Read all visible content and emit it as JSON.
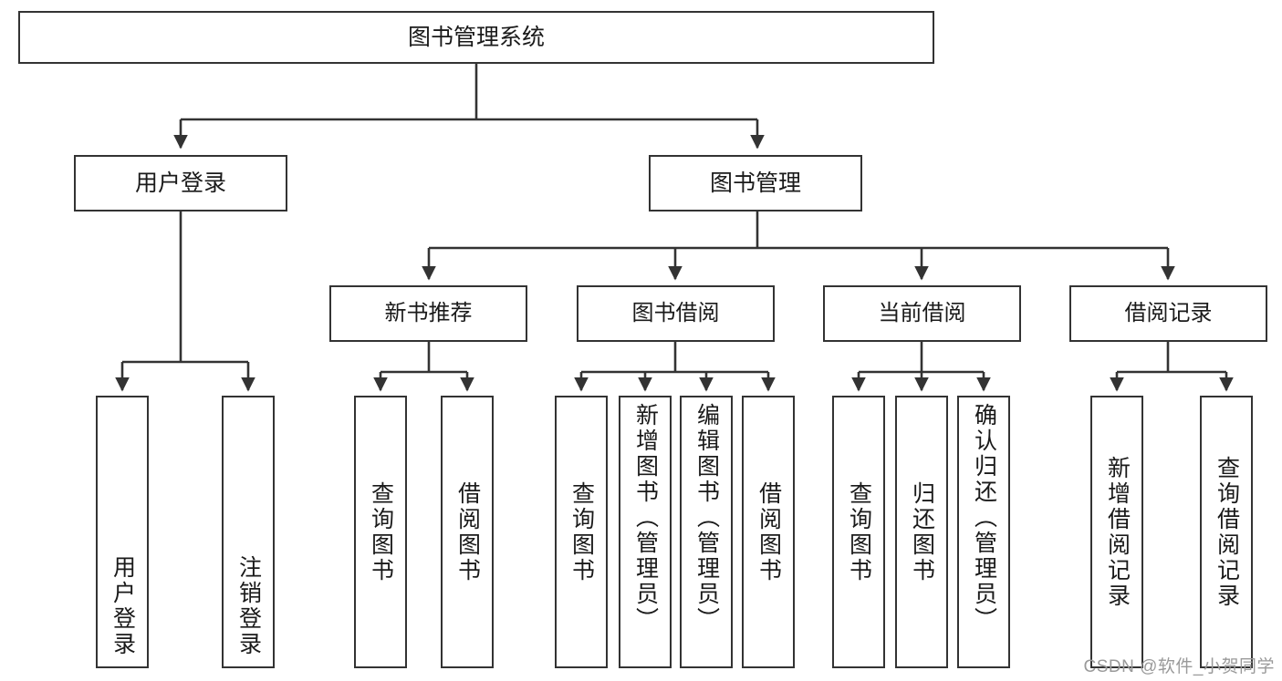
{
  "diagram": {
    "title": "图书管理系统",
    "type": "tree-hierarchy-diagram",
    "root": {
      "id": "root",
      "label": "图书管理系统"
    },
    "level2": [
      {
        "id": "user-login",
        "label": "用户登录"
      },
      {
        "id": "book-manage",
        "label": "图书管理"
      }
    ],
    "level3": [
      {
        "id": "new-book-recommend",
        "label": "新书推荐"
      },
      {
        "id": "book-borrow",
        "label": "图书借阅"
      },
      {
        "id": "current-borrow",
        "label": "当前借阅"
      },
      {
        "id": "borrow-record",
        "label": "借阅记录"
      }
    ],
    "leaves": [
      {
        "id": "leaf-user-login",
        "label": "用户登录"
      },
      {
        "id": "leaf-logout-login",
        "label": "注销登录"
      },
      {
        "id": "leaf-query-book-1",
        "label": "查询图书"
      },
      {
        "id": "leaf-borrow-book-1",
        "label": "借阅图书"
      },
      {
        "id": "leaf-query-book-2",
        "label": "查询图书"
      },
      {
        "id": "leaf-add-book-admin",
        "label": "新增图书（管理员）"
      },
      {
        "id": "leaf-edit-book-admin",
        "label": "编辑图书（管理员）"
      },
      {
        "id": "leaf-borrow-book-2",
        "label": "借阅图书"
      },
      {
        "id": "leaf-query-book-3",
        "label": "查询图书"
      },
      {
        "id": "leaf-return-book",
        "label": "归还图书"
      },
      {
        "id": "leaf-confirm-return-admin",
        "label": "确认归还（管理员）"
      },
      {
        "id": "leaf-add-borrow-record",
        "label": "新增借阅记录"
      },
      {
        "id": "leaf-query-borrow-record",
        "label": "查询借阅记录"
      }
    ]
  },
  "watermark": {
    "text": "CSDN @软件_小贺同学"
  },
  "colors": {
    "border": "#333333",
    "background": "#ffffff",
    "text": "#1a1a1a",
    "edge": "#333333",
    "watermark": "#9a9a9a"
  }
}
